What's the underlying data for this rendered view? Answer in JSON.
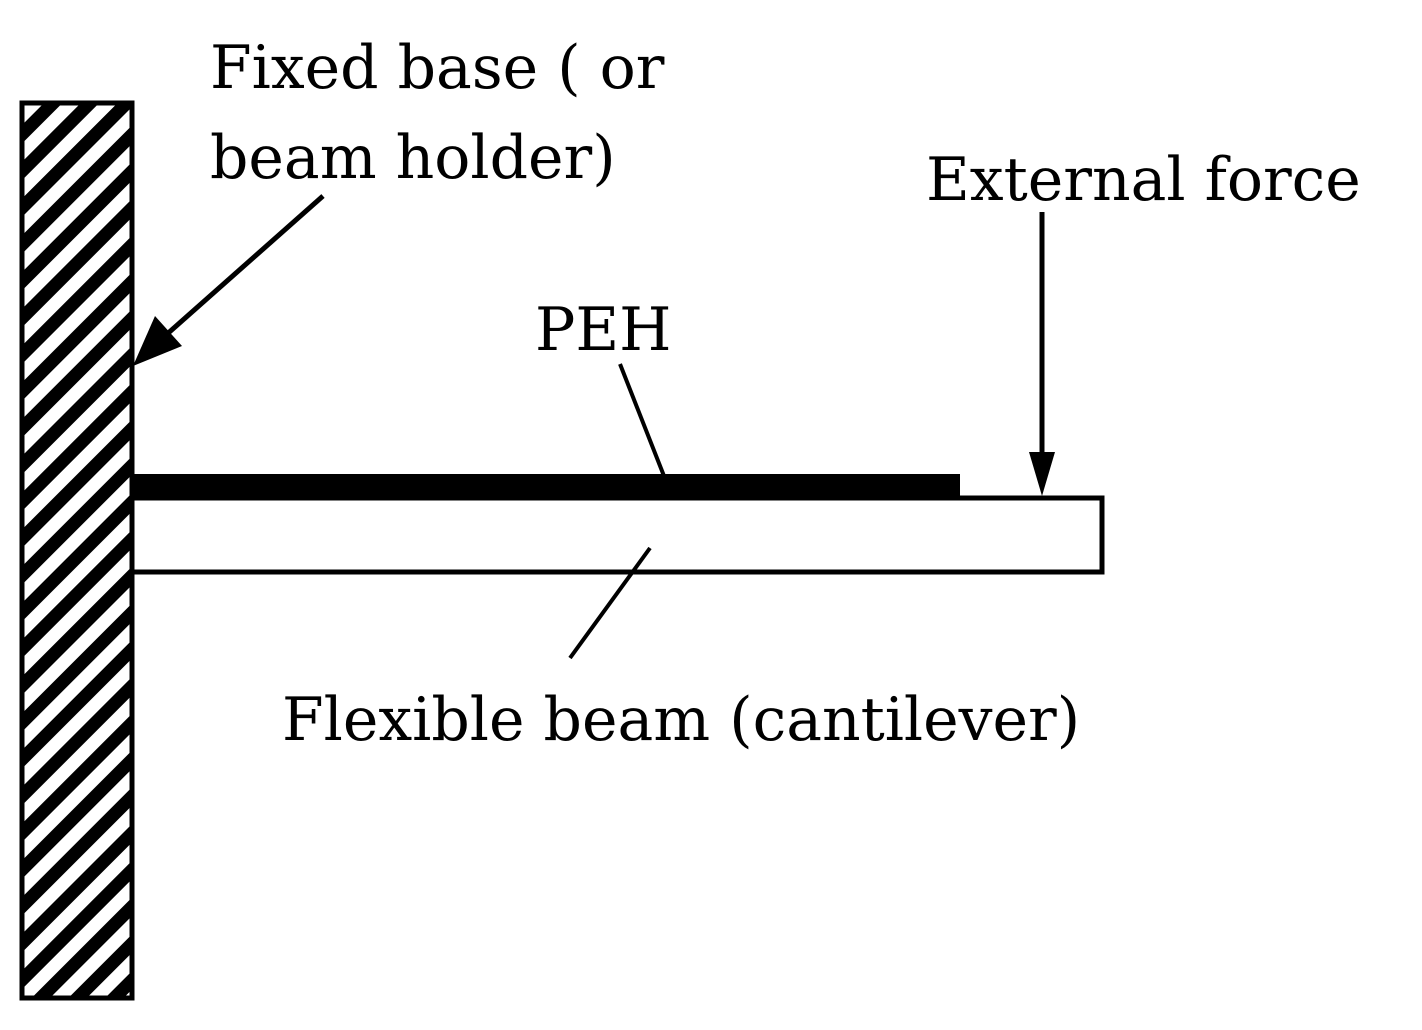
{
  "labels": {
    "fixed_base_line1": "Fixed base ( or",
    "fixed_base_line2": "beam holder)",
    "external_force": "External force",
    "peh": "PEH",
    "flexible_beam": "Flexible beam (cantilever)"
  },
  "colors": {
    "ink": "#000000",
    "background": "#ffffff"
  }
}
